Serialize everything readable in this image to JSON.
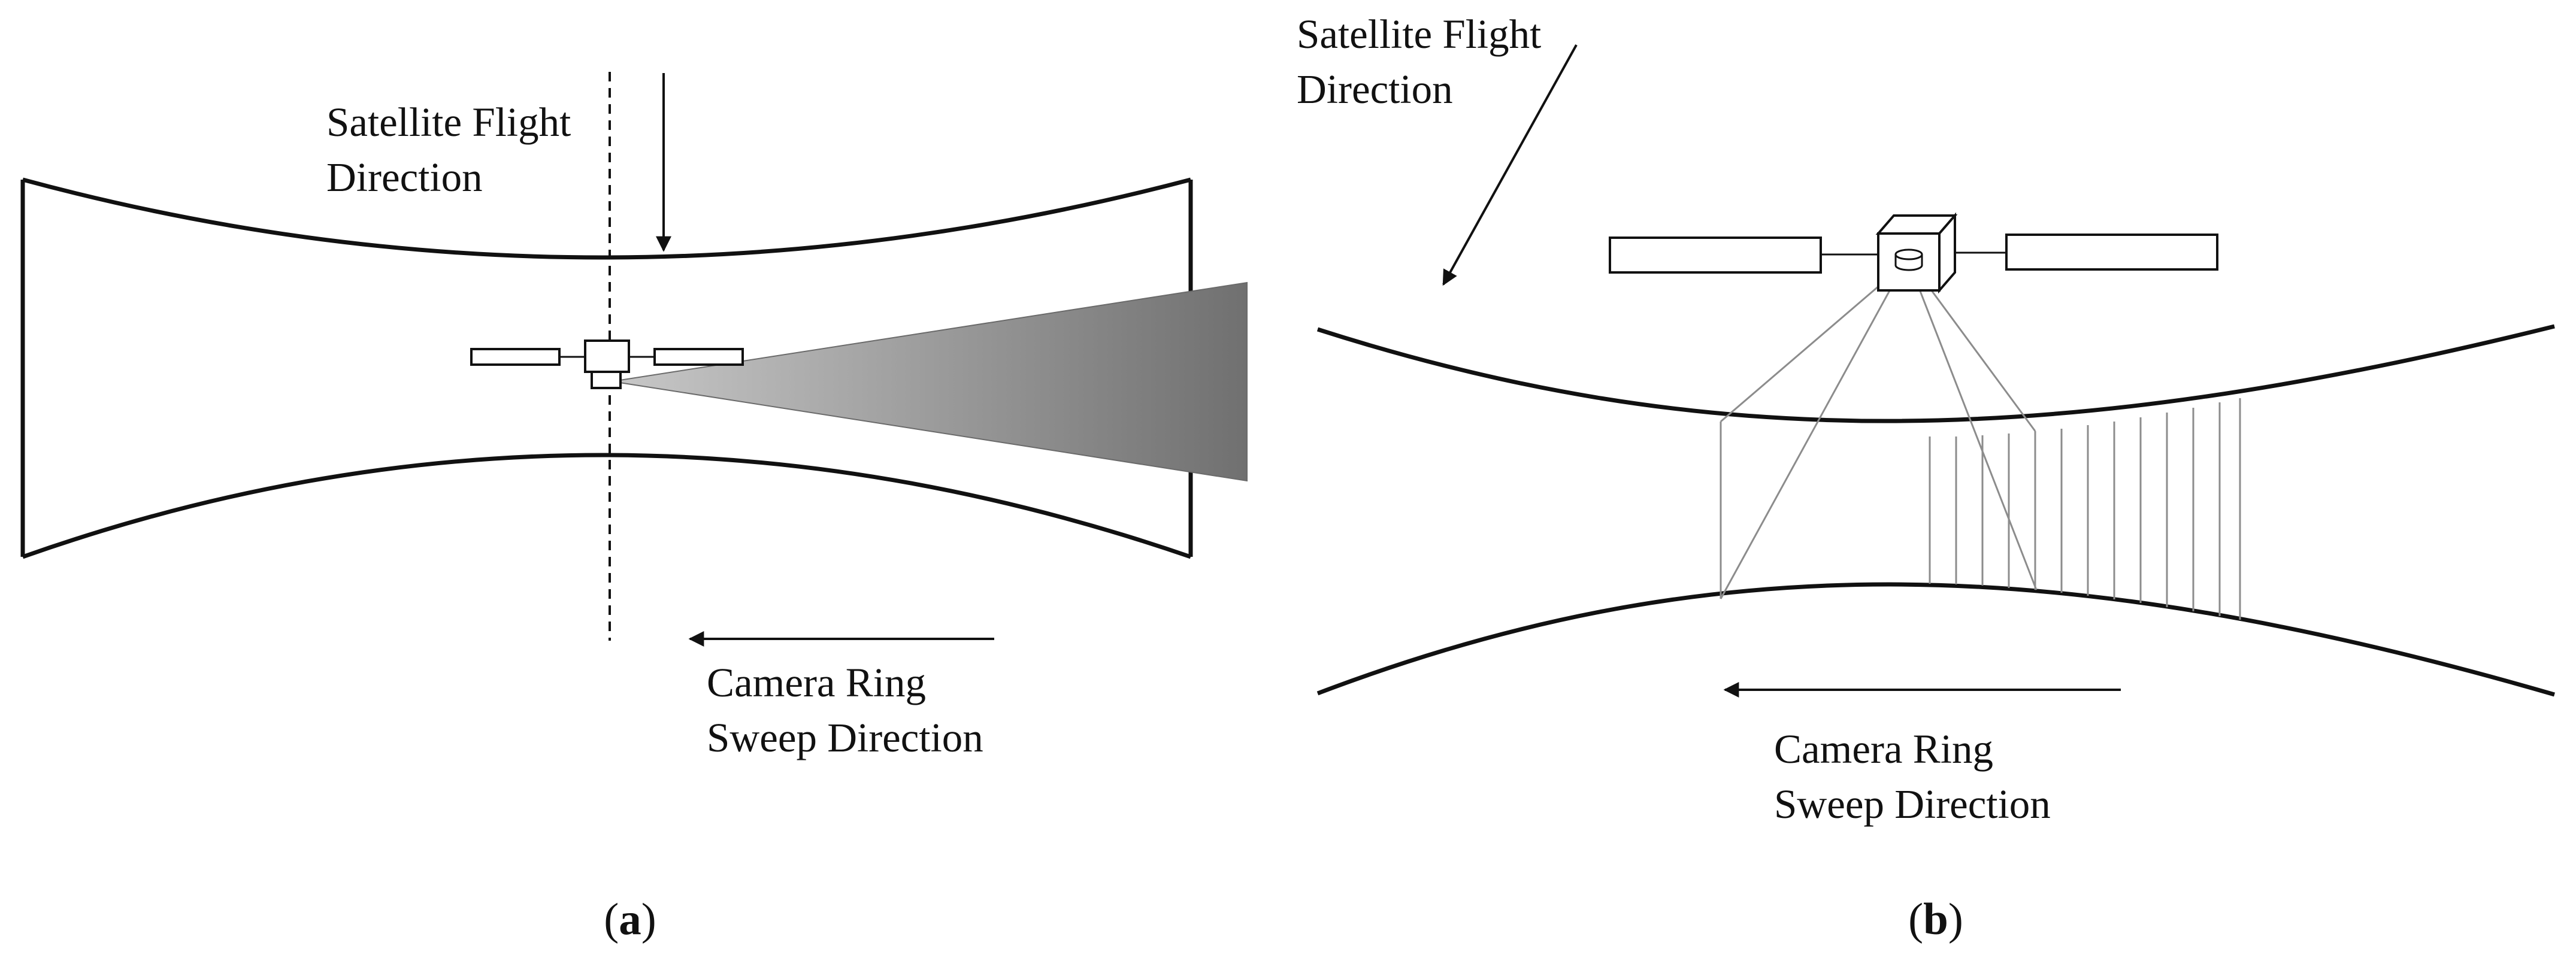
{
  "panel_a": {
    "flight_label": [
      "Satellite Flight",
      "Direction"
    ],
    "sweep_label": [
      "Camera Ring",
      "Sweep Direction"
    ],
    "caption": {
      "open": "(",
      "letter": "a",
      "close": ")"
    }
  },
  "panel_b": {
    "flight_label": [
      "Satellite Flight",
      "Direction"
    ],
    "sweep_label": [
      "Camera Ring",
      "Sweep Direction"
    ],
    "caption": {
      "open": "(",
      "letter": "b",
      "close": ")"
    }
  },
  "colors": {
    "line": "#111111",
    "thin_line": "#8c8c8c",
    "cone_light": "#c8c8c8",
    "cone_dark": "#707070"
  }
}
